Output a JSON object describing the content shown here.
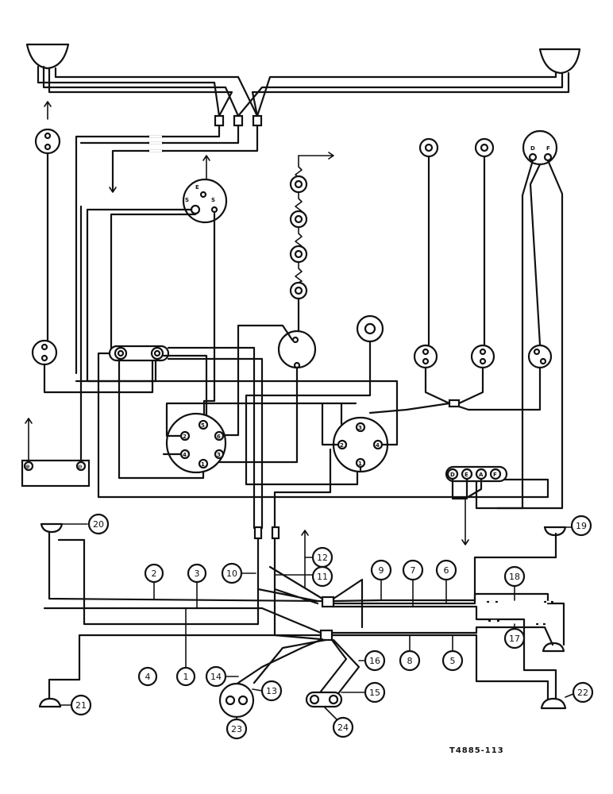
{
  "reference_code": "T4885-113",
  "callouts": [
    "1",
    "2",
    "3",
    "4",
    "5",
    "6",
    "7",
    "8",
    "9",
    "10",
    "11",
    "12",
    "13",
    "14",
    "15",
    "16",
    "17",
    "18",
    "19",
    "20",
    "21",
    "22",
    "23",
    "24"
  ],
  "terminal_marks": {
    "top_switch": [
      "E",
      "S",
      "S"
    ],
    "top_right_unit": [
      "D",
      "F"
    ],
    "regulator": [
      "D",
      "E",
      "A",
      "F"
    ],
    "left_unit": [
      "1",
      "2",
      "3",
      "4",
      "5",
      "6"
    ],
    "right_unit": [
      "1",
      "2",
      "3",
      "4"
    ],
    "battery": [
      "⊕",
      "⊖"
    ]
  }
}
